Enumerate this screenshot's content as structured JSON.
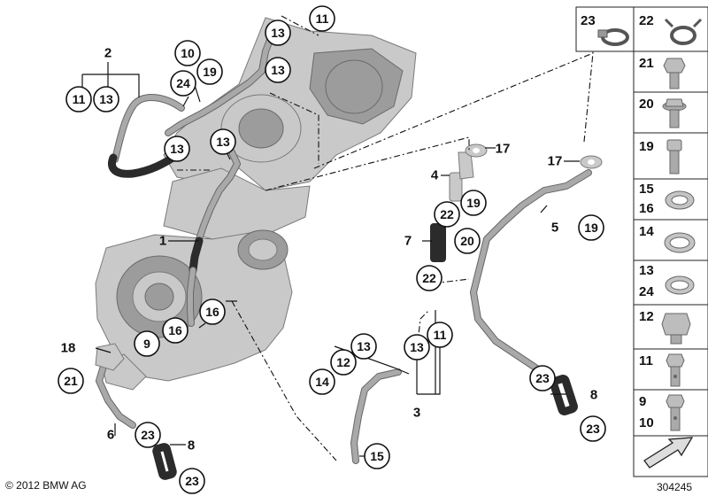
{
  "copyright": "© 2012 BMW AG",
  "diagram_number": "304245",
  "callouts": {
    "c11a": "11",
    "c13a": "13",
    "c10": "10",
    "c19a": "19",
    "c24": "24",
    "c13b": "13",
    "c11b": "11",
    "c13c": "13",
    "c13d": "13",
    "c13e": "13",
    "c16a": "16",
    "c9": "9",
    "c16b": "16",
    "c21": "21",
    "c23a": "23",
    "c23b": "23",
    "c22a": "22",
    "c22b": "22",
    "c20": "20",
    "c19b": "19",
    "c19c": "19",
    "c13f": "13",
    "c12": "12",
    "c14": "14",
    "c13g": "13",
    "c11c": "11",
    "c15": "15",
    "c23c": "23",
    "c23d": "23"
  },
  "plain_labels": {
    "l2": "2",
    "l1": "1",
    "l18": "18",
    "l6": "6",
    "l8a": "8",
    "l17a": "17",
    "l4": "4",
    "l7": "7",
    "l17b": "17",
    "l5": "5",
    "l3": "3",
    "l8b": "8"
  },
  "legend": {
    "top_left": "23",
    "top_right": "22",
    "rows": [
      {
        "a": "21",
        "b": ""
      },
      {
        "a": "20",
        "b": ""
      },
      {
        "a": "19",
        "b": ""
      },
      {
        "a": "15",
        "b": "16"
      },
      {
        "a": "14",
        "b": ""
      },
      {
        "a": "13",
        "b": "24"
      },
      {
        "a": "12",
        "b": ""
      },
      {
        "a": "11",
        "b": ""
      },
      {
        "a": "9",
        "b": "10"
      }
    ]
  }
}
